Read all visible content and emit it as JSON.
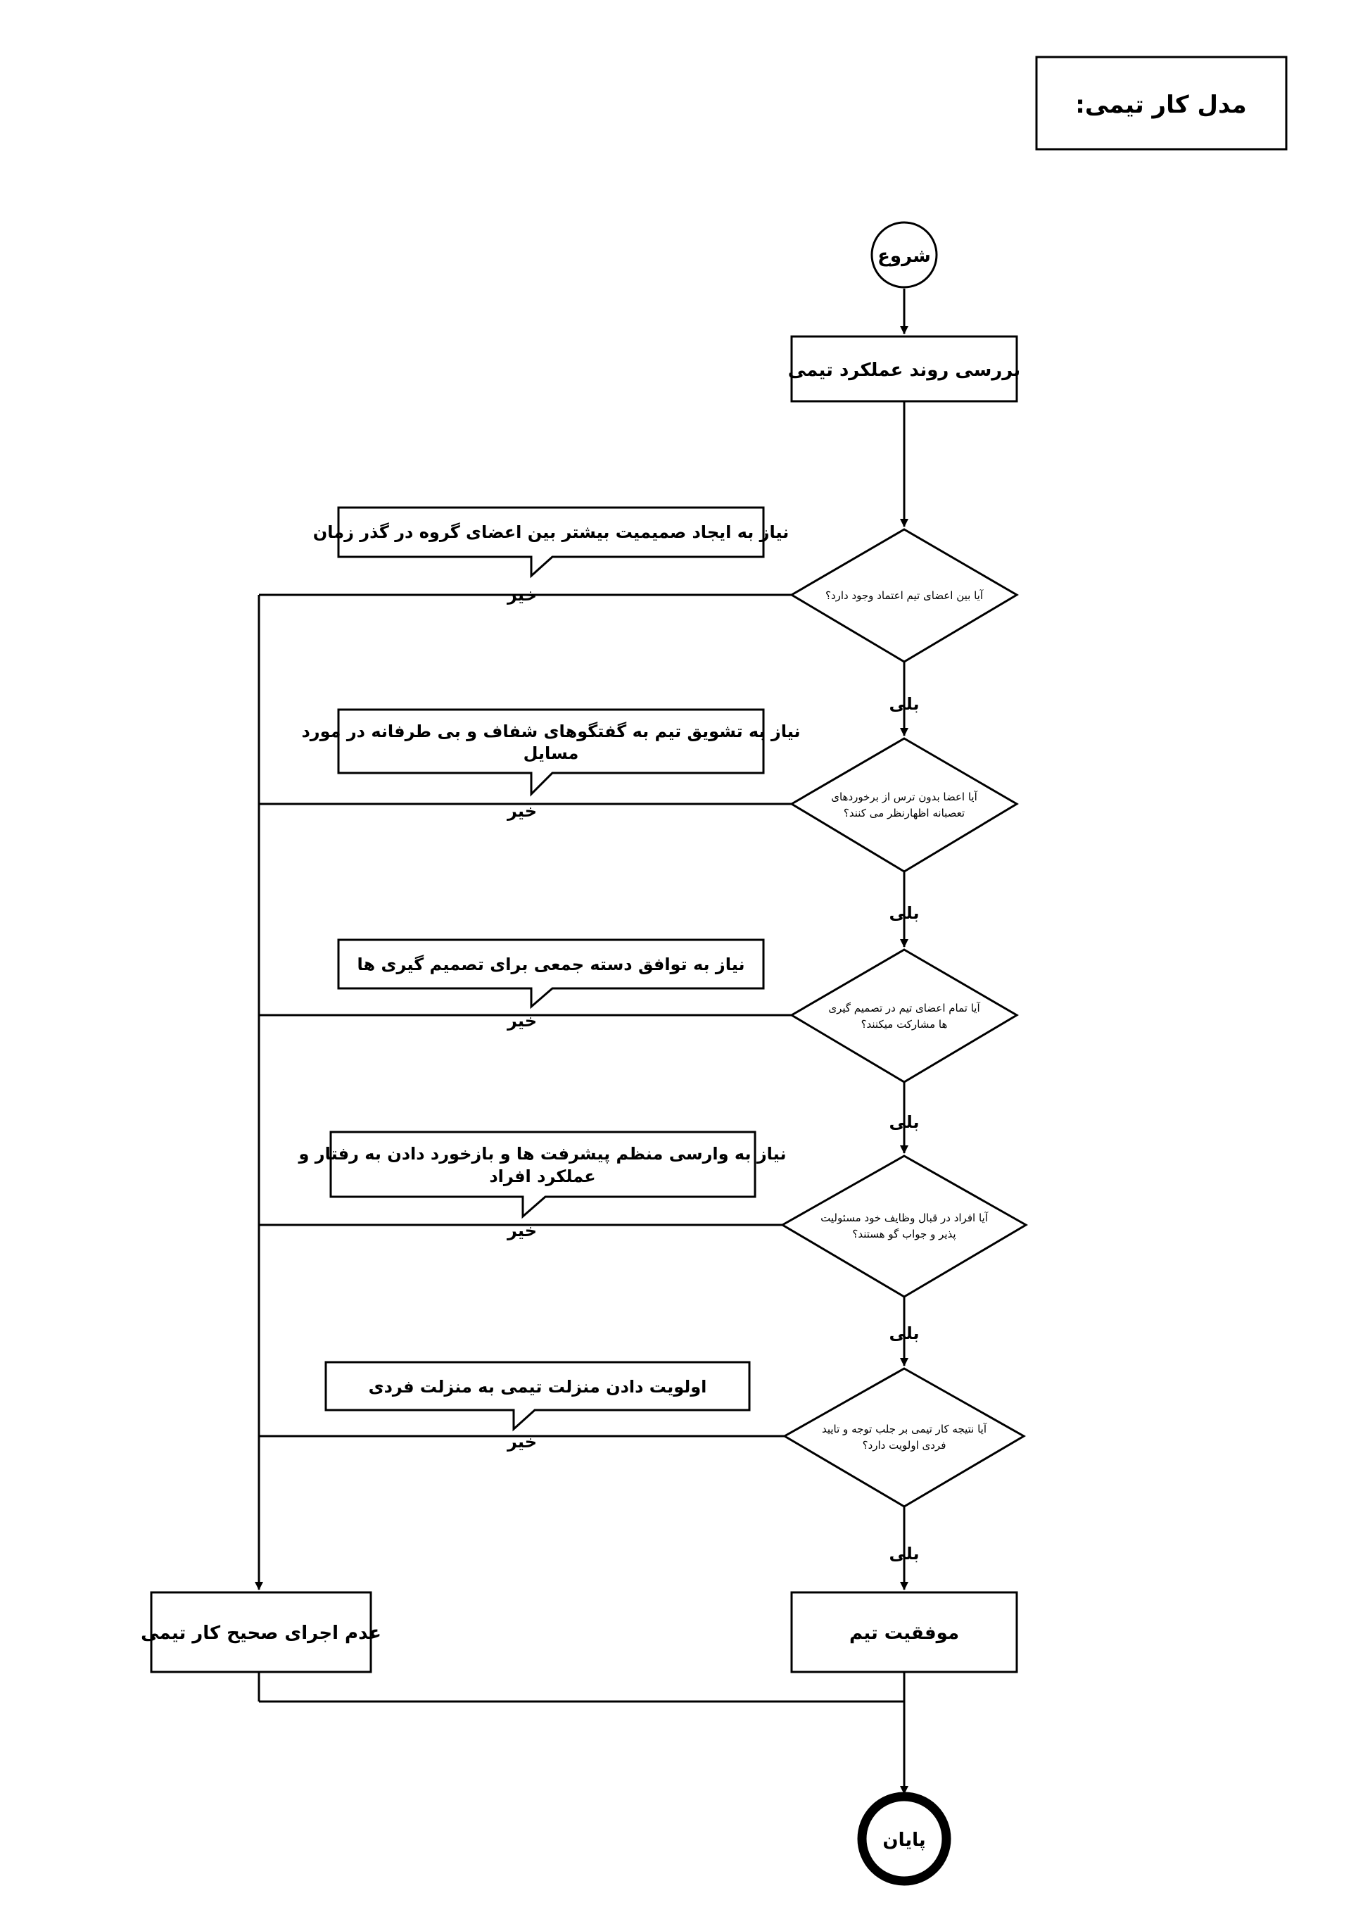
{
  "title": "مدل کار تیمی:",
  "start_label": "شروع",
  "end_label": "پایان",
  "review_box": "بررسی روند عملکرد تیمی",
  "questions": [
    {
      "lines": [
        "آیا بین اعضای تیم اعتماد وجود دارد؟"
      ]
    },
    {
      "lines": [
        "آیا اعضا بدون ترس از برخوردهای",
        "تعصبانه اظهارنظر می کنند؟"
      ]
    },
    {
      "lines": [
        "آیا تمام اعضای تیم در تصمیم گیری",
        "ها مشارکت میکنند؟"
      ]
    },
    {
      "lines": [
        "آیا افراد در قبال وظایف خود مسئولیت",
        "پذیر و جواب گو هستند؟"
      ]
    },
    {
      "lines": [
        "آیا نتیجه کار تیمی بر جلب توجه و تایید",
        "فردی اولویت دارد؟"
      ]
    }
  ],
  "notes": [
    {
      "lines": [
        "نیاز به ایجاد صمیمیت بیشتر بین اعضای گروه در گذر زمان"
      ]
    },
    {
      "lines": [
        "نیاز به تشویق تیم به گفتگوهای شفاف و بی طرفانه در مورد",
        "مسایل"
      ]
    },
    {
      "lines": [
        "نیاز به توافق دسته جمعی برای تصمیم گیری ها"
      ]
    },
    {
      "lines": [
        "نیاز به وارسی منظم پیشرفت ها و بازخورد دادن به رفتار و",
        "عملکرد افراد"
      ]
    },
    {
      "lines": [
        "اولویت دادن منزلت تیمی به منزلت فردی"
      ]
    }
  ],
  "yes_label": "بلی",
  "no_label": "خیر",
  "success_box": "موفقیت تیم",
  "failure_box": "عدم اجرای صحیح کار تیمی"
}
